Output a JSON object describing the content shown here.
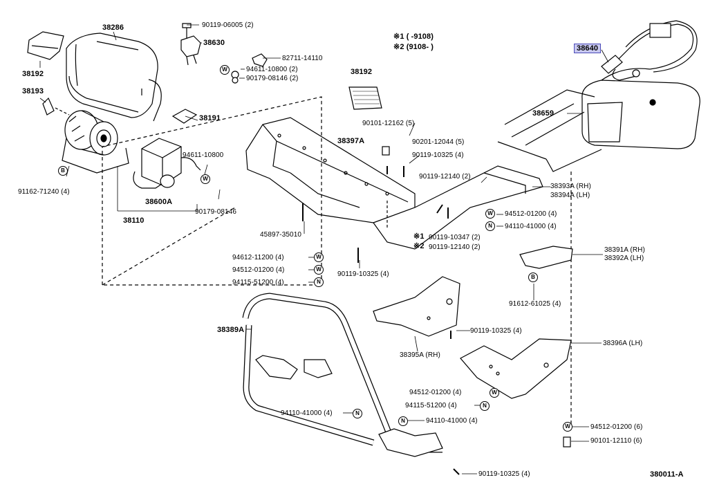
{
  "diagram": {
    "legend": {
      "line1": "※1 (    -9108)",
      "line2": "※2 (9108-     )"
    },
    "figure_code": "380011-A",
    "highlight_color": "#c9c9f0",
    "labels": {
      "p38286": "38286",
      "p38192a": "38192",
      "p38193": "38193",
      "p38191": "38191",
      "p90119_06005": "90119-06005 (2)",
      "p38630": "38630",
      "p82711": "82711-14110",
      "p94611_10800_2": "94611-10800 (2)",
      "p90179_08146_2": "90179-08146 (2)",
      "p38192b": "38192",
      "p38640": "38640",
      "p38659": "38659",
      "p90101_12162": "90101-12162 (5)",
      "p38397a": "38397A",
      "p90201_12044": "90201-12044 (5)",
      "p90119_10325_a": "90119-10325 (4)",
      "p94611_10800": "94611-10800",
      "p91162_71240": "91162-71240 (4)",
      "p38600a": "38600A",
      "p90179_08146": "90179-08146",
      "p38110": "38110",
      "p45897": "45897-35010",
      "p90119_12140_2": "90119-12140 (2)",
      "p38393a": "38393A (RH)",
      "p38394a": "38394A (LH)",
      "p94512_01200_a": "94512-01200 (4)",
      "p94110_41000_a": "94110-41000 (4)",
      "p90119_10347": "90119-10347 (2)",
      "p90119_12140_b": "90119-12140 (2)",
      "m1": "※1",
      "m2": "※2",
      "p94612_11200": "94612-11200 (4)",
      "p94512_01200_b": "94512-01200 (4)",
      "p94115_51200_a": "94115-51200 (4)",
      "p90119_10325_b": "90119-10325 (4)",
      "p38391a": "38391A (RH)",
      "p38392a": "38392A (LH)",
      "p91612_61025": "91612-61025 (4)",
      "p90119_10325_c": "90119-10325 (4)",
      "p38389a": "38389A",
      "p38395a": "38395A (RH)",
      "p38396a": "38396A (LH)",
      "p94512_01200_c": "94512-01200 (4)",
      "p94115_51200_b": "94115-51200 (4)",
      "p94110_41000_b": "94110-41000 (4)",
      "p94110_41000_c": "94110-41000 (4)",
      "p94512_01200_d": "94512-01200 (6)",
      "p90101_12110": "90101-12110 (6)",
      "p90119_10325_d": "90119-10325 (4)"
    },
    "symbols": {
      "W": "W",
      "N": "N",
      "B": "B"
    }
  }
}
